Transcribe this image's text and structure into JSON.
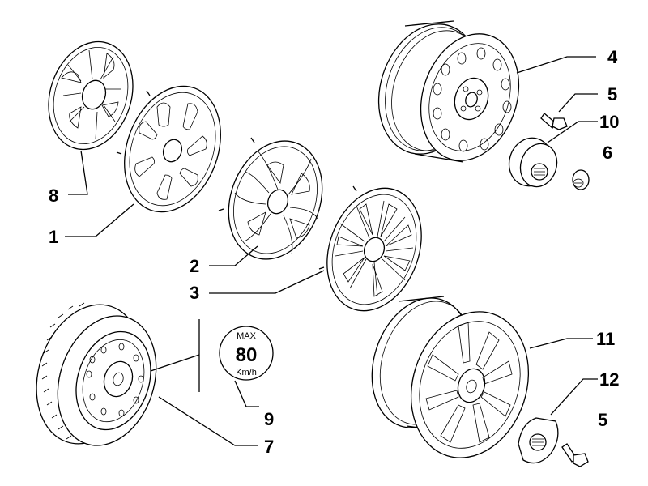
{
  "parts": [
    {
      "id": "1",
      "number": "1"
    },
    {
      "id": "2",
      "number": "2"
    },
    {
      "id": "3",
      "number": "3"
    },
    {
      "id": "4",
      "number": "4"
    },
    {
      "id": "5a",
      "number": "5"
    },
    {
      "id": "6",
      "number": "6"
    },
    {
      "id": "7",
      "number": "7"
    },
    {
      "id": "8",
      "number": "8"
    },
    {
      "id": "9",
      "number": "9"
    },
    {
      "id": "10",
      "number": "10"
    },
    {
      "id": "11",
      "number": "11"
    },
    {
      "id": "12",
      "number": "12"
    },
    {
      "id": "5b",
      "number": "5"
    }
  ],
  "speed_sign": {
    "top": "MAX",
    "value": "80",
    "unit": "Km/h"
  }
}
